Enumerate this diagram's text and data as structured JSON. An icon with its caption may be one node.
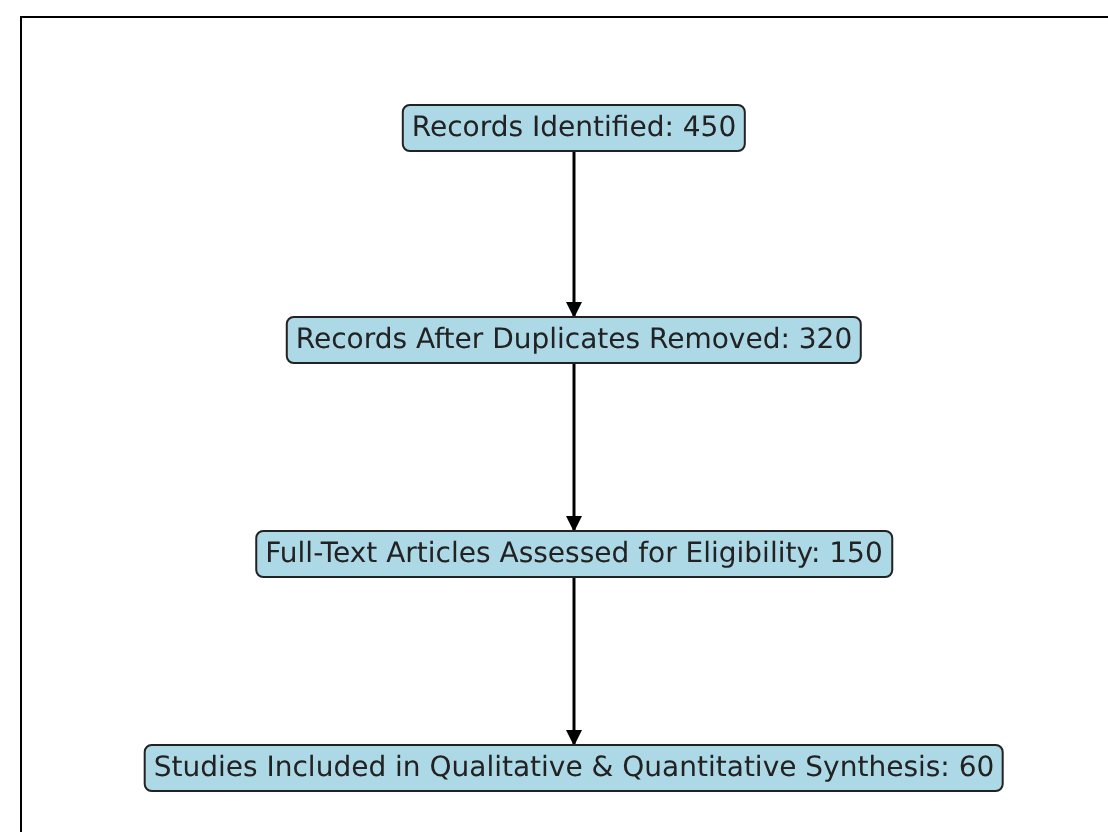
{
  "diagram": {
    "nodes": [
      {
        "text": [
          "Records Identified: 450"
        ]
      },
      {
        "text": [
          "Records After Duplicates Removed: 320"
        ]
      },
      {
        "text": [
          "Full-Text Articles Assessed for Eligibility: 150"
        ]
      },
      {
        "text": [
          "Studies Included in Qualitative & Quantitative Synthesis: 60"
        ]
      }
    ],
    "edges": [
      {
        "from": 0,
        "to": 1,
        "arrow": "to"
      },
      {
        "from": 1,
        "to": 2,
        "arrow": "to"
      },
      {
        "from": 2,
        "to": 3,
        "arrow": "to"
      }
    ]
  }
}
